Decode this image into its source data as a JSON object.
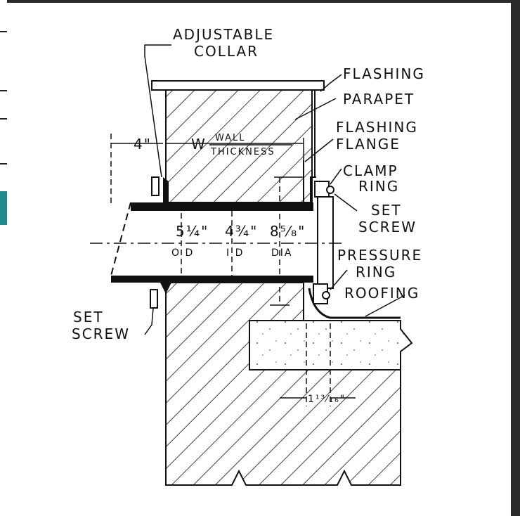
{
  "labels": {
    "adjustable": "ADJUSTABLE",
    "collar": "COLLAR",
    "flashing_top": "FLASHING",
    "parapet": "PARAPET",
    "flashing2": "FLASHING",
    "flange": "FLANGE",
    "clamp": "CLAMP",
    "ring": "RING",
    "set1": "SET",
    "screw1": "SCREW",
    "pressure": "PRESSURE",
    "ring2": "RING",
    "roofing": "ROOFING",
    "set2": "SET",
    "screw2": "SCREW",
    "wall": "WALL",
    "thickness": "THICKNESS",
    "w": "W",
    "four_in": "4\"",
    "od_val": "5¼\"",
    "od": "O D",
    "id_val": "4¾\"",
    "id": "I D",
    "dia_val": "8⁵⁄₈\"",
    "dia": "DIA",
    "slot": "1¹³⁄₁₆\""
  },
  "colors": {
    "ink": "#111111",
    "paper": "#ffffff",
    "border": "#2b2b2b",
    "tab": "#1e8a8f"
  }
}
